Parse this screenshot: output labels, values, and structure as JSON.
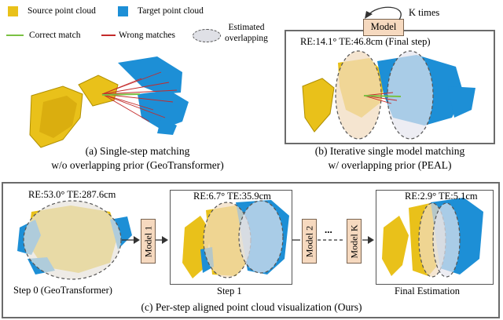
{
  "legend": {
    "source": "Source point cloud",
    "target": "Target point cloud",
    "correct": "Correct match",
    "wrong": "Wrong matches",
    "estimated": "Estimated\noverlapping"
  },
  "colors": {
    "source": "#e9c11a",
    "target": "#1d8fd6",
    "correct": "#7ac143",
    "wrong": "#c42a2a",
    "model_fill": "#f6d9bf",
    "overlap": "#f1dcc0"
  },
  "top_right": {
    "model_label": "Model",
    "iterations": "K times",
    "metrics": "RE:14.1° TE:46.8cm (Final step)"
  },
  "captions": {
    "a_line1": "(a) Single-step matching",
    "a_line2": "w/o overlapping prior (GeoTransformer)",
    "b_line1": "(b) Iterative single model matching",
    "b_line2": "w/ overlapping prior (PEAL)",
    "c": "(c) Per-step aligned point cloud visualization (Ours)"
  },
  "steps": [
    {
      "metrics": "RE:53.0° TE:287.6cm",
      "label": "Step 0 (GeoTransformer)"
    },
    {
      "metrics": "RE:6.7° TE:35.9cm",
      "label": "Step 1"
    },
    {
      "metrics": "RE:2.9° TE:5.1cm",
      "label": "Final Estimation"
    }
  ],
  "models": [
    "Model 1",
    "Model 2",
    "Model K"
  ],
  "ellipsis": "..."
}
